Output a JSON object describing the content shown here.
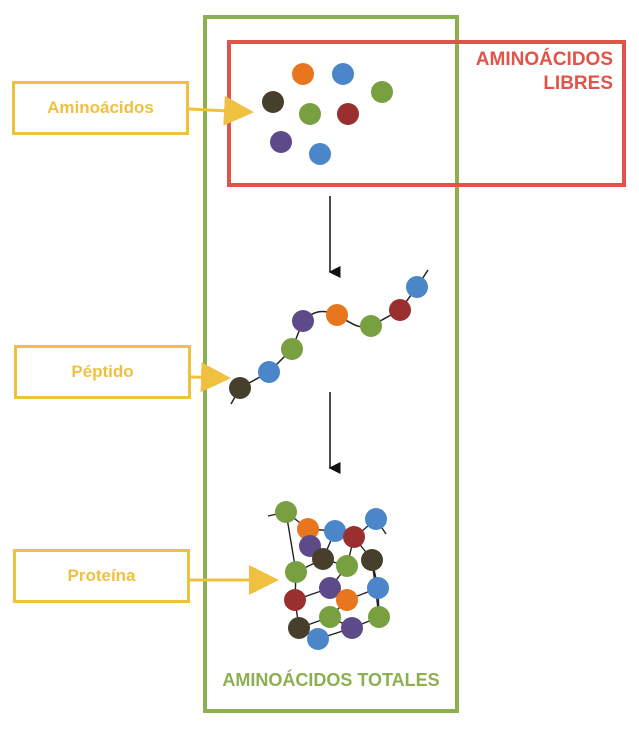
{
  "labels": {
    "aminoacidos": "Aminoácidos",
    "peptido": "Péptido",
    "proteina": "Proteína"
  },
  "free_amino_title": [
    "AMINOÁCIDOS",
    "LIBRES"
  ],
  "total_amino_title": "AMINOÁCIDOS TOTALES",
  "colors": {
    "label": "#f0c040",
    "free_frame": "#e0544a",
    "total_frame": "#8cb050",
    "orange": "#e8761e",
    "blue": "#4a86c8",
    "dark": "#463f2b",
    "green": "#78a040",
    "red": "#9a2f30",
    "purple": "#5e4a88"
  }
}
